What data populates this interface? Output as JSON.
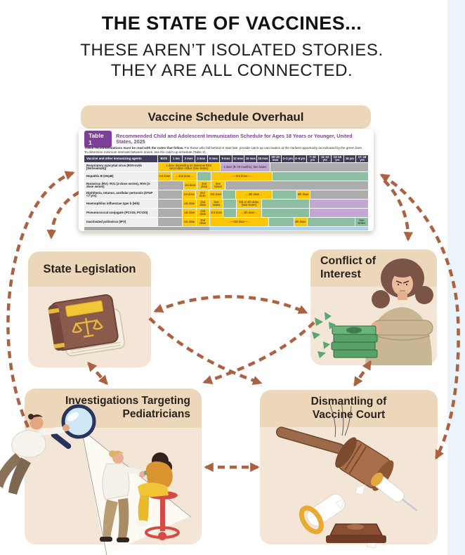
{
  "page": {
    "title": "THE STATE OF VACCINES...",
    "subtitle1": "THESE AREN’T ISOLATED STORIES.",
    "subtitle2": "THEY ARE ALL CONNECTED."
  },
  "colors": {
    "arrow": "#ab6240",
    "node_header": "#ecd7bb",
    "node_body": "#f4e6d6",
    "right_strip": "#ebf3fb",
    "table_header_row": "#403e5c",
    "cell_yellow": "#fdc607",
    "cell_teal": "#8cbfa2",
    "cell_purple": "#c4a6d2",
    "cell_gray": "#acacac",
    "cell_blue": "#a6d4f2",
    "badge_purple": "#7e3f97"
  },
  "nodes": {
    "vaccine_schedule": {
      "label": "Vaccine Schedule Overhaul",
      "icon": "immunization-schedule-table"
    },
    "state_legislation": {
      "label": "State Legislation",
      "icon": "law-book-icon"
    },
    "conflict_of_interest": {
      "line1": "Conflict of",
      "line2": "Interest",
      "icon": "woman-with-money-illustration"
    },
    "investigations": {
      "line1": "Investigations Targeting",
      "line2": "Pediatricians",
      "icon": "magnifying-glass-investigation-illustration"
    },
    "dismantling": {
      "line1": "Dismantling of",
      "line2": "Vaccine Court",
      "icon": "gavel-smashing-syringe-illustration"
    }
  },
  "connections": [
    {
      "id": "investigations-schedule",
      "from": "investigations",
      "to": "vaccine_schedule",
      "bidirectional": false
    },
    {
      "id": "schedule-state",
      "from": "vaccine_schedule",
      "to": "state_legislation",
      "bidirectional": false
    },
    {
      "id": "schedule-dismantling",
      "from": "vaccine_schedule",
      "to": "dismantling",
      "bidirectional": true
    },
    {
      "id": "schedule-conflict",
      "from": "vaccine_schedule",
      "to": "conflict_of_interest",
      "bidirectional": false
    },
    {
      "id": "state-conflict",
      "from": "state_legislation",
      "to": "conflict_of_interest",
      "bidirectional": true
    },
    {
      "id": "conflict-investigations",
      "from": "conflict_of_interest",
      "to": "investigations",
      "bidirectional": false
    },
    {
      "id": "state-dismantling",
      "from": "state_legislation",
      "to": "dismantling",
      "bidirectional": false
    },
    {
      "id": "state-investigations",
      "from": "state_legislation",
      "to": "investigations",
      "bidirectional": true
    },
    {
      "id": "conflict-dismantling",
      "from": "conflict_of_interest",
      "to": "dismantling",
      "bidirectional": true
    },
    {
      "id": "investigations-dismantling",
      "from": "investigations",
      "to": "dismantling",
      "bidirectional": true
    }
  ],
  "schedule_table": {
    "badge": "Table 1",
    "title": "Recommended Child and Adolescent Immunization Schedule for Ages 18 Years or Younger, United States, 2025",
    "note_bold": "These recommendations must be read with the notes that follow.",
    "note_rest": " For those who fall behind or start late, provide catch-up vaccination at the earliest opportunity as indicated by the green bars.",
    "note_line2": "To determine minimum intervals between doses, see the catch-up schedule (Table 2).",
    "header": [
      "Vaccine and other immunizing agents",
      "Birth",
      "1 mo",
      "2 mos",
      "4 mos",
      "6 mos",
      "9 mos",
      "12 mos",
      "15 mos",
      "18 mos",
      "19–23 mos",
      "2–3 yrs",
      "4–6 yrs",
      "7–10 yrs",
      "11–12 yrs",
      "13–15 yrs",
      "16 yrs",
      "17–18 yrs"
    ],
    "rows": [
      {
        "label": "Respiratory syncytial virus (RSV-mAb [Nirsevimab])",
        "cells": [
          {
            "span": 5,
            "c": "y",
            "t": "1 dose depending on maternal RSV vaccination status (See Notes)"
          },
          {
            "span": 4,
            "c": "p",
            "t": "1 dose (8–19 months), See Notes"
          },
          {
            "span": 8,
            "c": "g",
            "t": ""
          }
        ]
      },
      {
        "label": "Hepatitis B (HepB)",
        "cells": [
          {
            "span": 1,
            "c": "y",
            "t": "1st dose"
          },
          {
            "span": 2,
            "c": "y",
            "t": "←2nd dose→"
          },
          {
            "span": 1,
            "c": "t",
            "t": ""
          },
          {
            "span": 5,
            "c": "y",
            "t": "←—3rd dose—→"
          },
          {
            "span": 8,
            "c": "t",
            "t": ""
          }
        ]
      },
      {
        "label": "Rotavirus (RV): RV1 (2-dose series), RV5 (3-dose series)",
        "cells": [
          {
            "span": 2,
            "c": "g",
            "t": ""
          },
          {
            "span": 1,
            "c": "y",
            "t": "1st dose"
          },
          {
            "span": 1,
            "c": "y",
            "t": "2nd dose"
          },
          {
            "span": 1,
            "c": "y",
            "t": "See Notes"
          },
          {
            "span": 12,
            "c": "g",
            "t": ""
          }
        ]
      },
      {
        "label": "Diphtheria, tetanus, acellular pertussis (DTaP <7 yrs)",
        "cells": [
          {
            "span": 2,
            "c": "g",
            "t": ""
          },
          {
            "span": 1,
            "c": "y",
            "t": "1st dose"
          },
          {
            "span": 1,
            "c": "y",
            "t": "2nd dose"
          },
          {
            "span": 1,
            "c": "y",
            "t": "3rd dose"
          },
          {
            "span": 1,
            "c": "t",
            "t": ""
          },
          {
            "span": 3,
            "c": "y",
            "t": "←4th dose→"
          },
          {
            "span": 2,
            "c": "t",
            "t": ""
          },
          {
            "span": 1,
            "c": "y",
            "t": "5th dose"
          },
          {
            "span": 5,
            "c": "g",
            "t": ""
          }
        ]
      },
      {
        "label": "Haemophilus influenzae type b (Hib)",
        "cells": [
          {
            "span": 2,
            "c": "g",
            "t": ""
          },
          {
            "span": 1,
            "c": "y",
            "t": "1st dose"
          },
          {
            "span": 1,
            "c": "y",
            "t": "2nd dose"
          },
          {
            "span": 1,
            "c": "y",
            "t": "See Notes"
          },
          {
            "span": 1,
            "c": "t",
            "t": ""
          },
          {
            "span": 2,
            "c": "y",
            "t": "3rd or 4th dose, (See Notes)"
          },
          {
            "span": 4,
            "c": "t",
            "t": ""
          },
          {
            "span": 5,
            "c": "p",
            "t": ""
          }
        ]
      },
      {
        "label": "Pneumococcal conjugate (PCV15, PCV20)",
        "cells": [
          {
            "span": 2,
            "c": "g",
            "t": ""
          },
          {
            "span": 1,
            "c": "y",
            "t": "1st dose"
          },
          {
            "span": 1,
            "c": "y",
            "t": "2nd dose"
          },
          {
            "span": 1,
            "c": "y",
            "t": "3rd dose"
          },
          {
            "span": 1,
            "c": "t",
            "t": ""
          },
          {
            "span": 2,
            "c": "y",
            "t": "←4th dose→"
          },
          {
            "span": 4,
            "c": "t",
            "t": ""
          },
          {
            "span": 5,
            "c": "p",
            "t": ""
          }
        ]
      },
      {
        "label": "Inactivated poliovirus (IPV)",
        "cells": [
          {
            "span": 2,
            "c": "g",
            "t": ""
          },
          {
            "span": 1,
            "c": "y",
            "t": "1st dose"
          },
          {
            "span": 1,
            "c": "y",
            "t": "2nd dose"
          },
          {
            "span": 5,
            "c": "y",
            "t": "←—3rd dose—→"
          },
          {
            "span": 2,
            "c": "t",
            "t": ""
          },
          {
            "span": 1,
            "c": "y",
            "t": "4th dose"
          },
          {
            "span": 4,
            "c": "t",
            "t": ""
          },
          {
            "span": 1,
            "c": "t",
            "t": "See Notes"
          }
        ]
      }
    ]
  }
}
